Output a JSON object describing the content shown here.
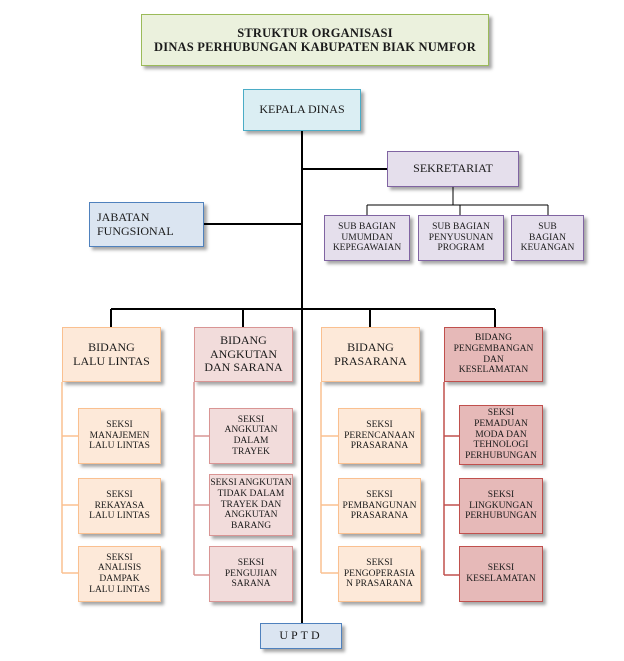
{
  "title": {
    "line1": "STRUKTUR ORGANISASI",
    "line2": "DINAS PERHUBUNGAN  KABUPATEN BIAK NUMFOR"
  },
  "kepala": "KEPALA DINAS",
  "sekretariat": "SEKRETARIAT",
  "sub_bagian": [
    "SUB BAGIAN\nUMUMDAN\nKEPEGAWAIAN",
    "SUB BAGIAN\nPENYUSUNAN\nPROGRAM",
    "SUB\nBAGIAN\nKEUANGAN"
  ],
  "jabatan": "JABATAN\nFUNGSIONAL",
  "bidang": [
    "BIDANG\nLALU LINTAS",
    "BIDANG\nANGKUTAN\nDAN SARANA",
    "BIDANG\nPRASARANA",
    "BIDANG\nPENGEMBANGAN\nDAN\nKESELAMATAN"
  ],
  "seksi": [
    [
      "SEKSI\nMANAJEMEN\nLALU LINTAS",
      "SEKSI\nREKAYASA\nLALU LINTAS",
      "SEKSI\nANALISIS\nDAMPAK\nLALU LINTAS"
    ],
    [
      "SEKSI\nANGKUTAN\nDALAM\nTRAYEK",
      "SEKSI ANGKUTAN\nTIDAK DALAM\nTRAYEK DAN\nANGKUTAN\nBARANG",
      "SEKSI\nPENGUJIAN\nSARANA"
    ],
    [
      "SEKSI\nPERENCANAAN\nPRASARANA",
      "SEKSI\nPEMBANGUNAN\nPRASARANA",
      "SEKSI\nPENGOPERASIA\nN PRASARANA"
    ],
    [
      "SEKSI PEMADUAN\nMODA DAN\nTEHNOLOGI\nPERHUBUNGAN",
      "SEKSI\nLINGKUNGAN\nPERHUBUNGAN",
      "SEKSI\nKESELAMATAN"
    ]
  ],
  "uptd": "UPTD",
  "colors": {
    "title_fill": "#ebf1dd",
    "kepala_fill": "#dbeef3",
    "sekretariat_fill": "#e5dfec",
    "jabatan_fill": "#dbe5f1",
    "bidang_orange": "#fde9d9",
    "bidang_pink": "#f2dcdb",
    "bidang_rose": "#e6b9b8"
  }
}
